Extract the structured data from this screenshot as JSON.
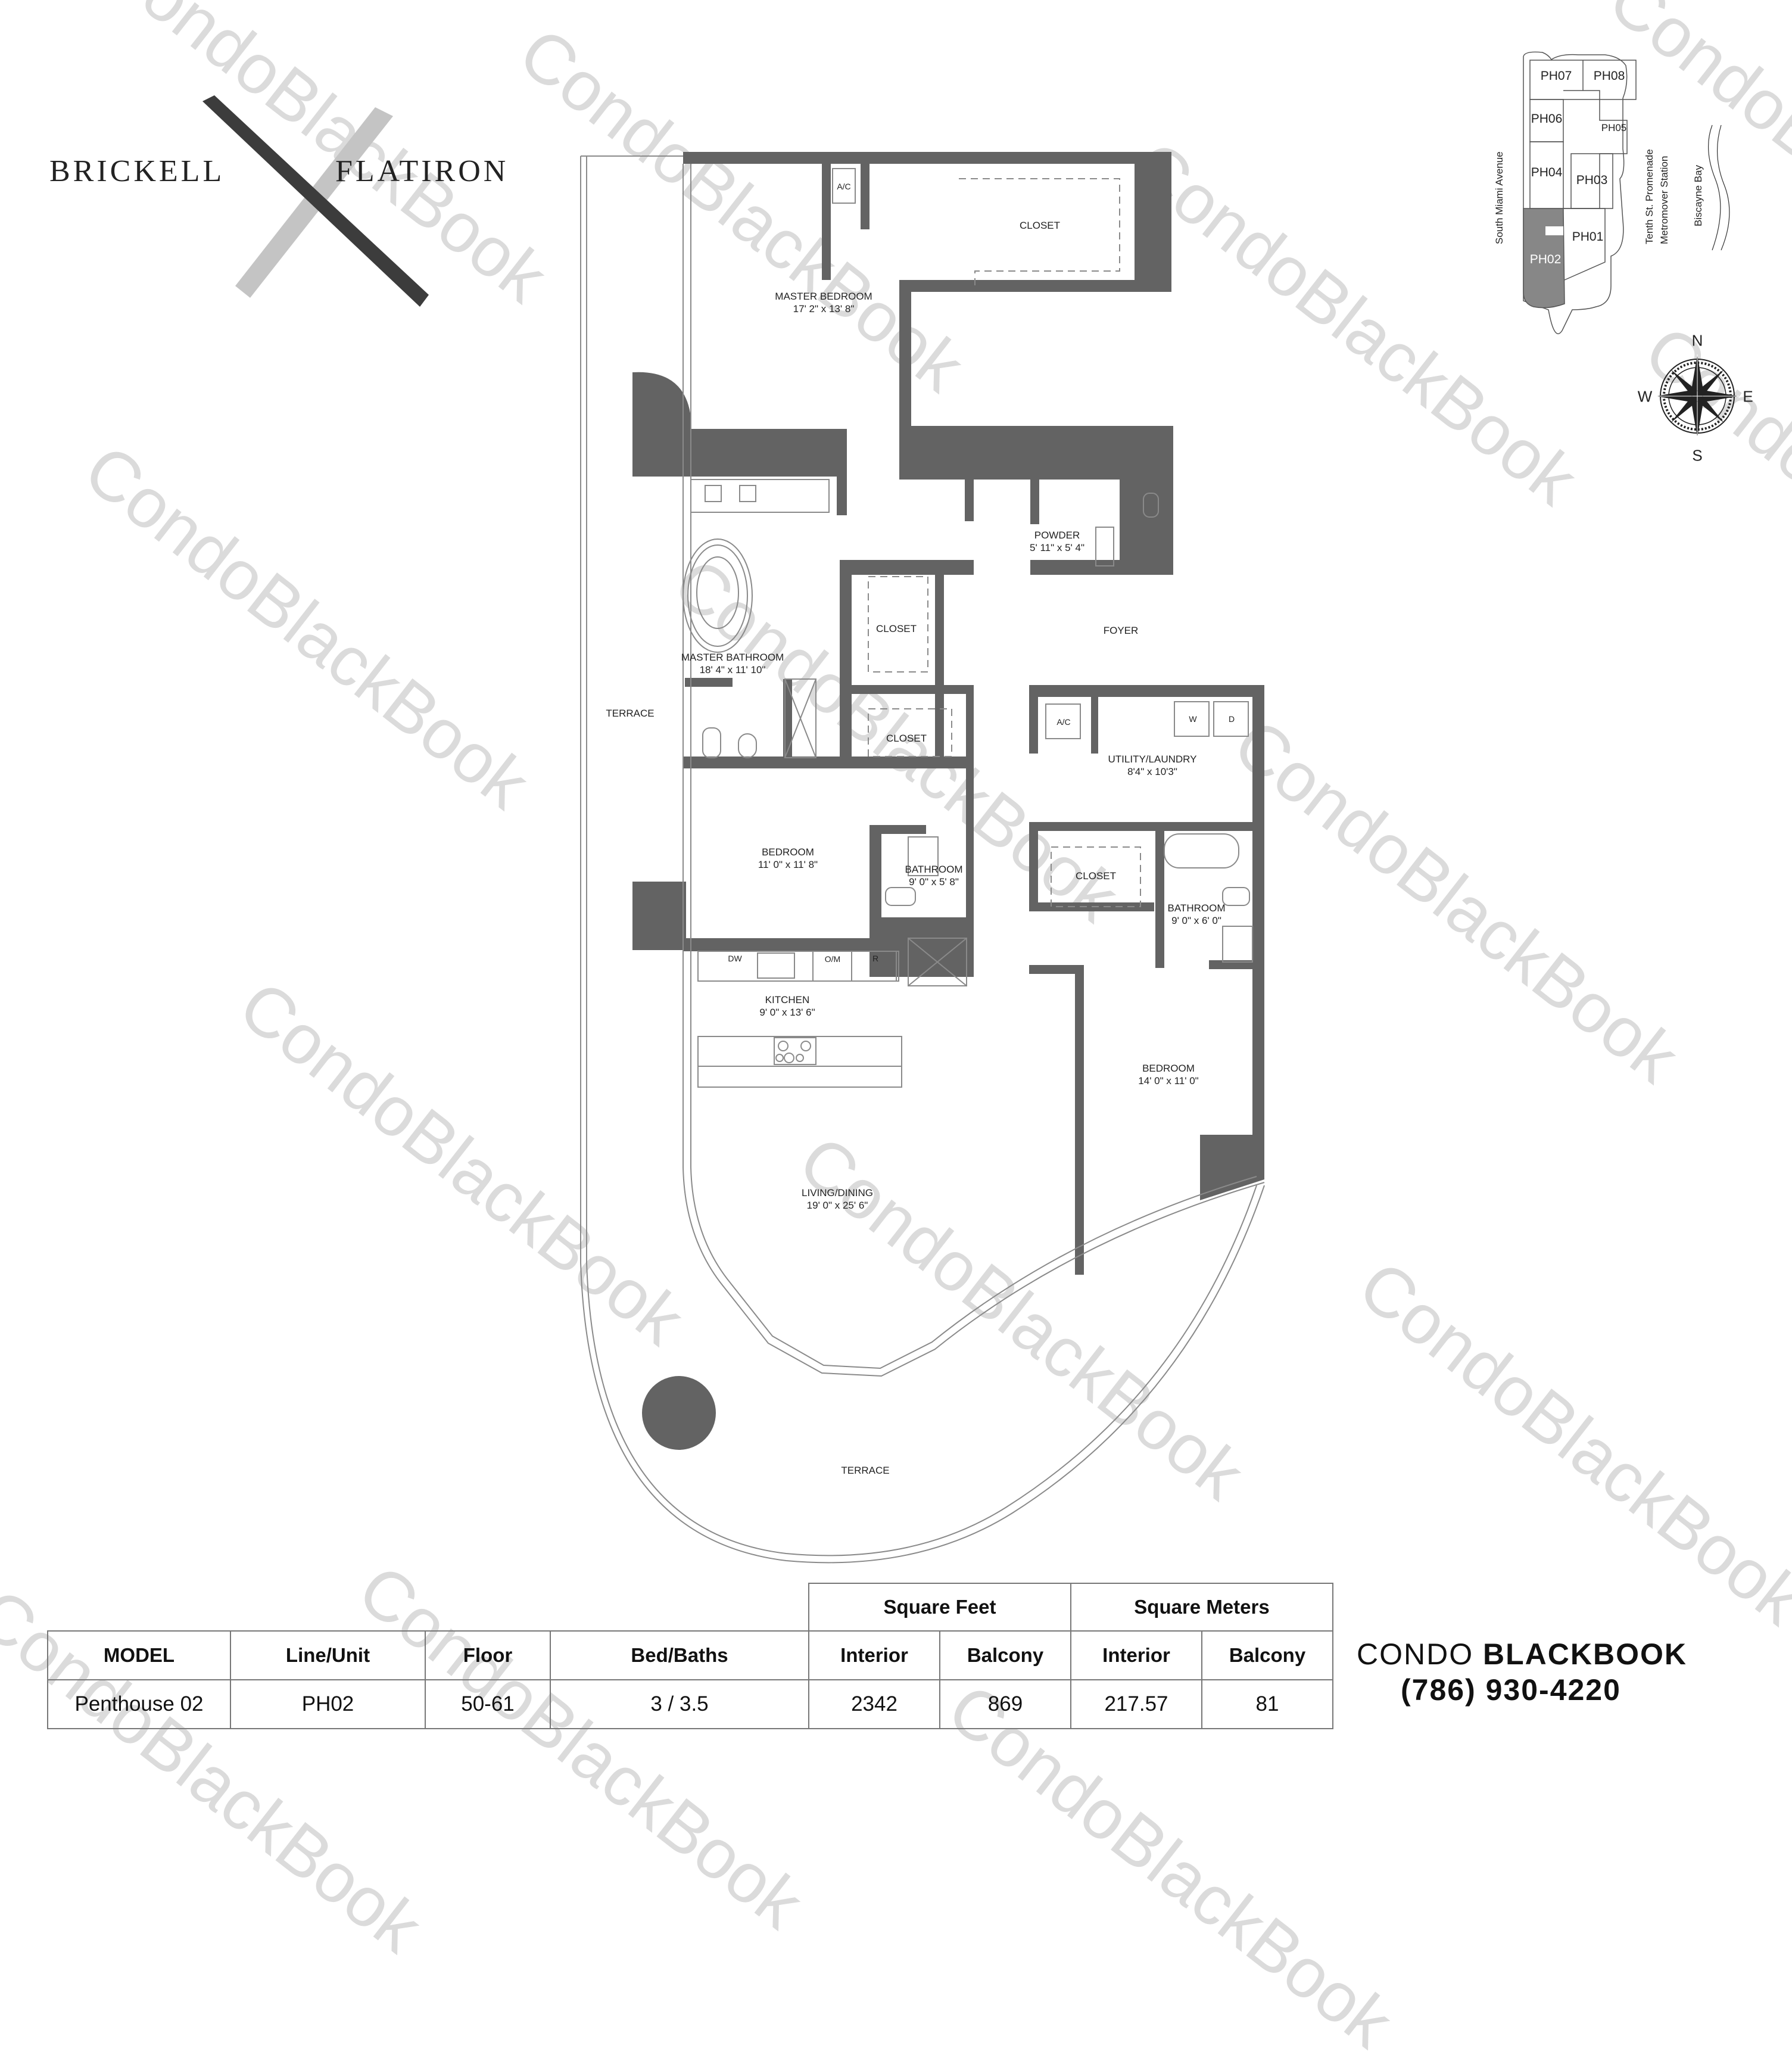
{
  "header": {
    "logo_left": "BRICKELL",
    "logo_right": "FLATIRON",
    "logo_mark": "x-brushstroke-icon"
  },
  "floorplan": {
    "rooms": [
      {
        "id": "master-bedroom",
        "name": "MASTER BEDROOM",
        "dims": "17' 2\" x 13' 8\""
      },
      {
        "id": "master-closet",
        "name": "CLOSET",
        "dims": ""
      },
      {
        "id": "master-bathroom",
        "name": "MASTER BATHROOM",
        "dims": "18' 4\" x 11'  10\""
      },
      {
        "id": "closet-2",
        "name": "CLOSET",
        "dims": ""
      },
      {
        "id": "closet-3",
        "name": "CLOSET",
        "dims": ""
      },
      {
        "id": "powder",
        "name": "POWDER",
        "dims": "5' 11\" x 5' 4\""
      },
      {
        "id": "foyer",
        "name": "FOYER",
        "dims": ""
      },
      {
        "id": "terrace-west",
        "name": "TERRACE",
        "dims": ""
      },
      {
        "id": "utility-laundry",
        "name": "UTILITY/LAUNDRY",
        "dims": "8'4\" x 10'3\""
      },
      {
        "id": "bedroom-2",
        "name": "BEDROOM",
        "dims": "11' 0\" x 11' 8\""
      },
      {
        "id": "bathroom-2",
        "name": "BATHROOM",
        "dims": "9' 0\" x 5' 8\""
      },
      {
        "id": "closet-4",
        "name": "CLOSET",
        "dims": ""
      },
      {
        "id": "bathroom-3",
        "name": "BATHROOM",
        "dims": "9' 0\" x 6' 0\""
      },
      {
        "id": "kitchen",
        "name": "KITCHEN",
        "dims": "9' 0\"  x 13' 6\""
      },
      {
        "id": "bedroom-3",
        "name": "BEDROOM",
        "dims": "14' 0\" x 11' 0\""
      },
      {
        "id": "living-dining",
        "name": "LIVING/DINING",
        "dims": "19' 0\" x 25' 6\""
      },
      {
        "id": "terrace-south",
        "name": "TERRACE",
        "dims": ""
      }
    ],
    "fixtures": {
      "ac_1": "A/C",
      "ac_2": "A/C",
      "washer": "W",
      "dryer": "D",
      "dishwasher": "DW",
      "oven_microwave": "O/M",
      "refrigerator": "R"
    },
    "colors": {
      "wall": "#636363",
      "line": "#8a8a8a"
    }
  },
  "keyplan": {
    "units": [
      "PH07",
      "PH08",
      "PH06",
      "PH05",
      "PH04",
      "PH03",
      "PH01",
      "PH02"
    ],
    "selected_unit": "PH02",
    "selected_color": "#878787",
    "streets": {
      "west": "South Miami Avenue",
      "east_1": "Tenth St. Promenade",
      "east_2": "Metromover Station",
      "bay": "Biscayne Bay"
    }
  },
  "compass": {
    "n": "N",
    "s": "S",
    "e": "E",
    "w": "W"
  },
  "specs": {
    "group_headers": {
      "sqft": "Square Feet",
      "sqm": "Square Meters"
    },
    "columns": [
      "MODEL",
      "Line/Unit",
      "Floor",
      "Bed/Baths",
      "Interior",
      "Balcony",
      "Interior",
      "Balcony"
    ],
    "row": {
      "model": "Penthouse 02",
      "unit": "PH02",
      "floor": "50-61",
      "bed_baths": "3 / 3.5",
      "sqft_interior": "2342",
      "sqft_balcony": "869",
      "sqm_interior": "217.57",
      "sqm_balcony": "81"
    }
  },
  "brand": {
    "name_light": "CONDO ",
    "name_bold": "BLACKBOOK",
    "phone": "(786) 930-4220"
  },
  "watermark": {
    "text": "CondoBlackBook"
  }
}
